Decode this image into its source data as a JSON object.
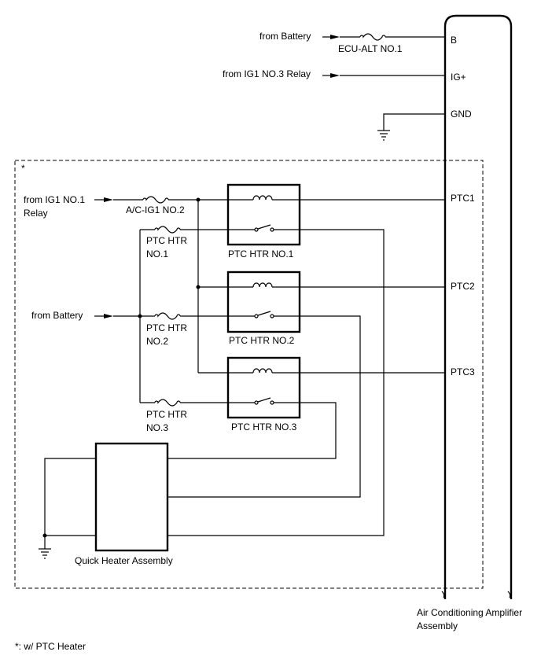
{
  "sources": {
    "battery_top": "from Battery",
    "ig1_no3": "from IG1 NO.3 Relay",
    "ig1_no1_line1": "from IG1 NO.1",
    "ig1_no1_line2": "Relay",
    "battery_mid": "from Battery"
  },
  "fuses": {
    "ecu_alt": "ECU-ALT NO.1",
    "ac_ig1": "A/C-IG1 NO.2",
    "ptc1_line1": "PTC HTR",
    "ptc1_line2": "NO.1",
    "ptc2_line1": "PTC HTR",
    "ptc2_line2": "NO.2",
    "ptc3_line1": "PTC HTR",
    "ptc3_line2": "NO.3"
  },
  "relays": {
    "r1": "PTC HTR NO.1",
    "r2": "PTC HTR NO.2",
    "r3": "PTC HTR NO.3"
  },
  "terminals": {
    "b": "B",
    "ig": "IG+",
    "gnd": "GND",
    "ptc1": "PTC1",
    "ptc2": "PTC2",
    "ptc3": "PTC3"
  },
  "components": {
    "amplifier_line1": "Air Conditioning Amplifier",
    "amplifier_line2": "Assembly",
    "quick_heater": "Quick Heater Assembly"
  },
  "notes": {
    "star_mark": "*",
    "footnote": "*: w/ PTC Heater"
  }
}
